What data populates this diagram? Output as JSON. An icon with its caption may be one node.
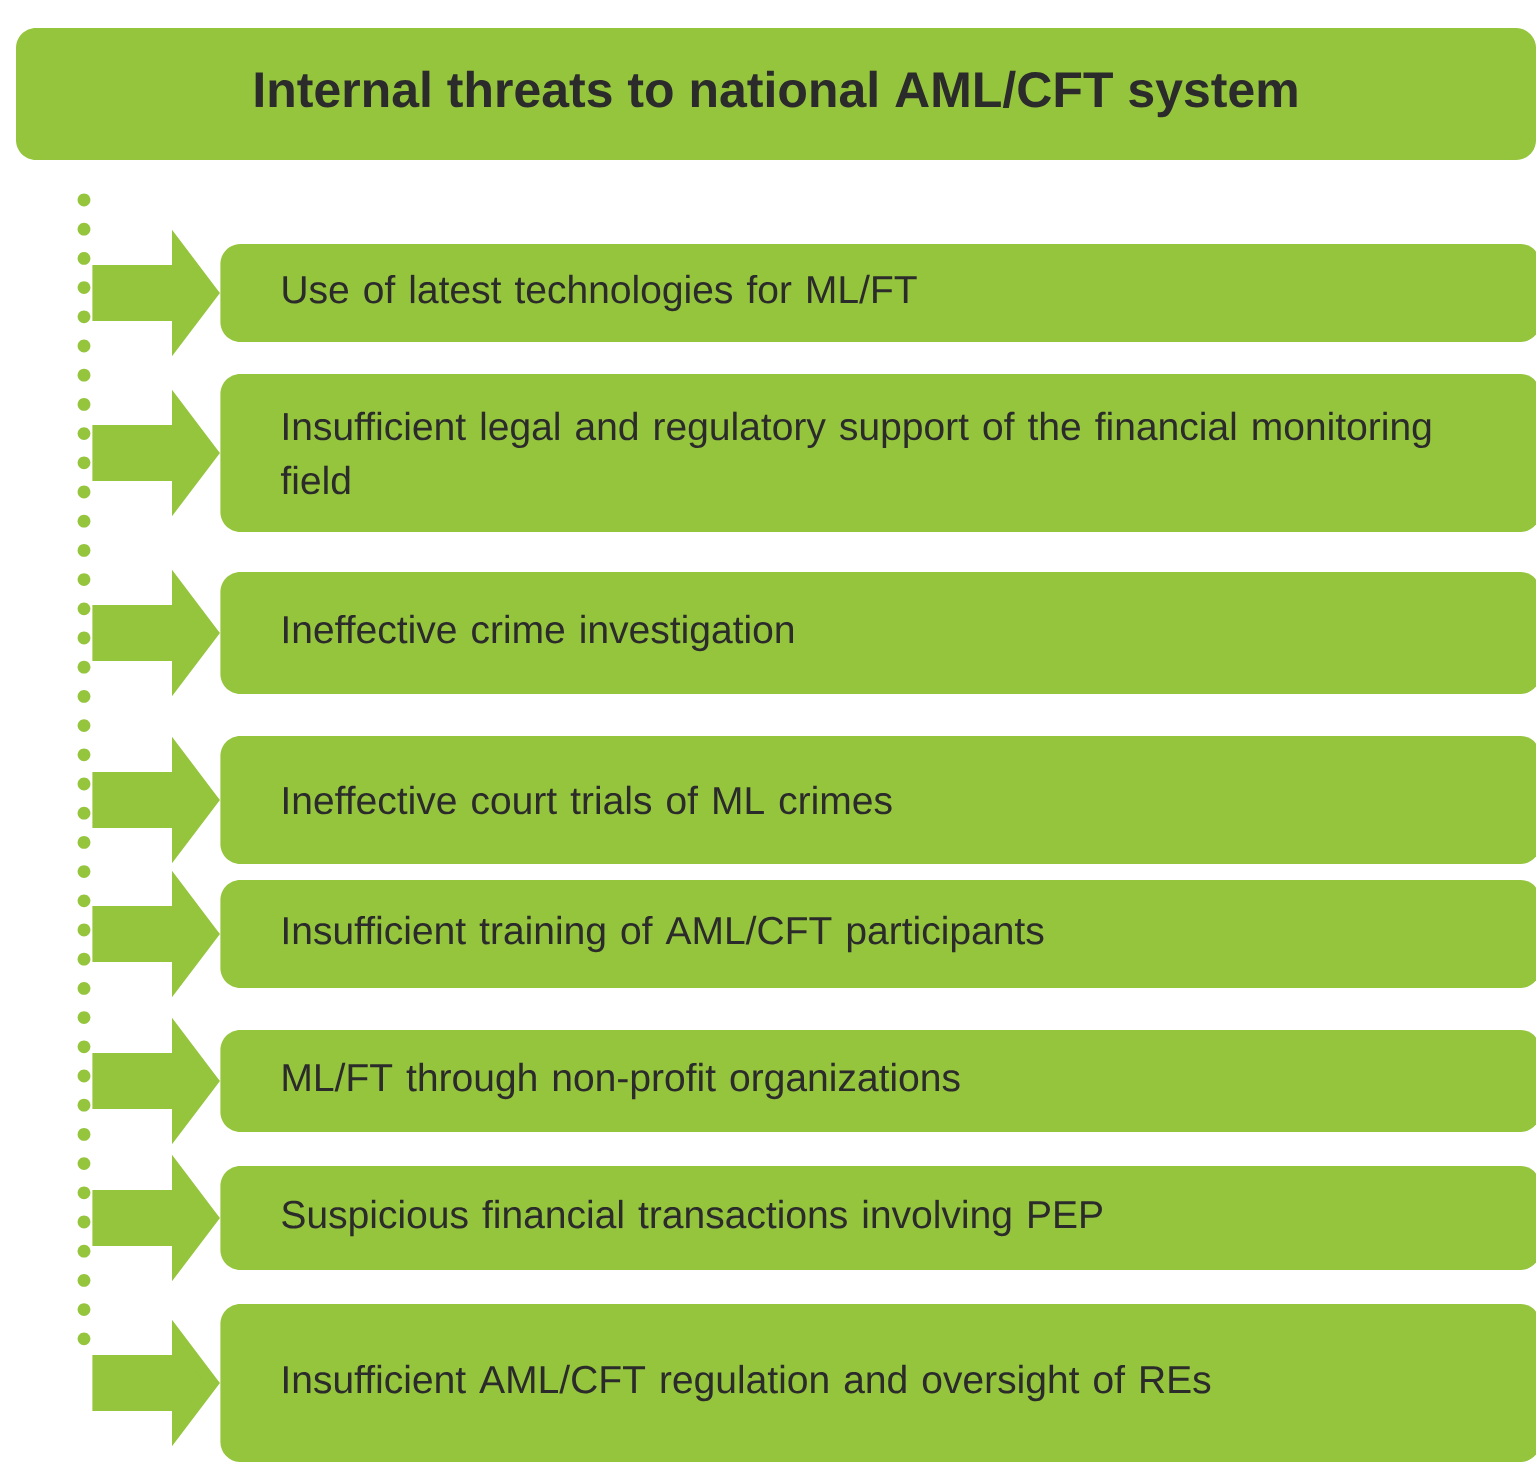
{
  "diagram": {
    "nodes": [
      {
        "text": [
          "Internal threats to national AML/CFT system"
        ]
      },
      {
        "text": [],
        "shape": "bar"
      },
      {
        "text": [
          "Use of latest technologies for ML/FT"
        ]
      },
      {
        "text": [
          "Insufficient legal and regulatory support of the financial monitoring field"
        ]
      },
      {
        "text": [
          "Ineffective crime investigation"
        ]
      },
      {
        "text": [
          "Ineffective court trials of ML crimes"
        ]
      },
      {
        "text": [
          "Insufficient training of AML/CFT participants"
        ]
      },
      {
        "text": [
          "ML/FT through non-profit organizations"
        ]
      },
      {
        "text": [
          "Suspicious financial transactions involving PEP"
        ]
      },
      {
        "text": [
          "Insufficient AML/CFT regulation and oversight of REs"
        ]
      }
    ],
    "edges": [
      {
        "from": 1,
        "to": 2,
        "arrow": "to"
      },
      {
        "from": 1,
        "to": 3,
        "arrow": "to"
      },
      {
        "from": 1,
        "to": 4,
        "arrow": "to"
      },
      {
        "from": 1,
        "to": 5,
        "arrow": "to"
      },
      {
        "from": 1,
        "to": 6,
        "arrow": "to"
      },
      {
        "from": 1,
        "to": 7,
        "arrow": "to"
      },
      {
        "from": 1,
        "to": 8,
        "arrow": "to"
      },
      {
        "from": 1,
        "to": 9,
        "arrow": "to"
      }
    ]
  }
}
